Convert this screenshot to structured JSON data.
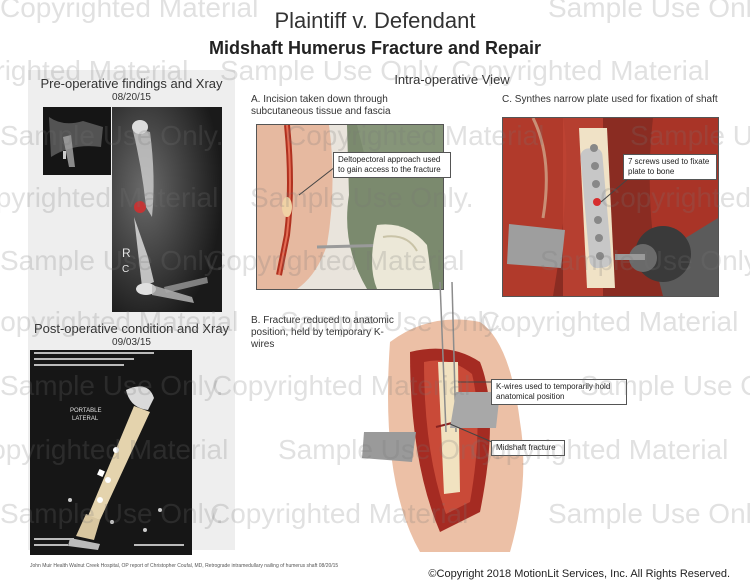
{
  "header": {
    "title": "Plaintiff v. Defendant",
    "subtitle": "Midshaft Humerus Fracture and Repair"
  },
  "preop": {
    "heading": "Pre-operative findings and Xray",
    "date": "08/20/15",
    "xray_markers": [
      "R",
      "C"
    ]
  },
  "postop": {
    "heading": "Post-operative condition and Xray",
    "date": "09/03/15",
    "xray_text": [
      "PORTABLE",
      "LATERAL"
    ]
  },
  "intraop": {
    "heading": "Intra-operative View",
    "step_a": {
      "caption": "A. Incision taken down through subcutaneous tissue and fascia",
      "callout": "Deltopectoral approach used to gain access to the fracture"
    },
    "step_b": {
      "caption": "B. Fracture reduced to anatomic position, held by temporary K-wires",
      "callout_wires": "K-wires used to temporarily hold anatomical position",
      "callout_fracture": "Midshaft fracture"
    },
    "step_c": {
      "caption": "C. Synthes narrow plate used for fixation of shaft",
      "callout": "7 screws used to fixate plate to bone"
    }
  },
  "footer": {
    "footnote": "John Muir Health Walnut Creek Hospital, OP report of Christopher Coufal, MD, Retrograde intramedullary nailing of humerus shaft 08/20/15",
    "copyright": "©Copyright 2018 MotionLit Services, Inc. All Rights Reserved."
  },
  "watermark": {
    "text_a": "Sample Use Only.",
    "text_b": "Copyrighted Material"
  },
  "colors": {
    "panel_bg": "#eeeeee",
    "tissue_red": "#b8322a",
    "bone": "#e9d6b0",
    "xray_bg": "#141414"
  }
}
